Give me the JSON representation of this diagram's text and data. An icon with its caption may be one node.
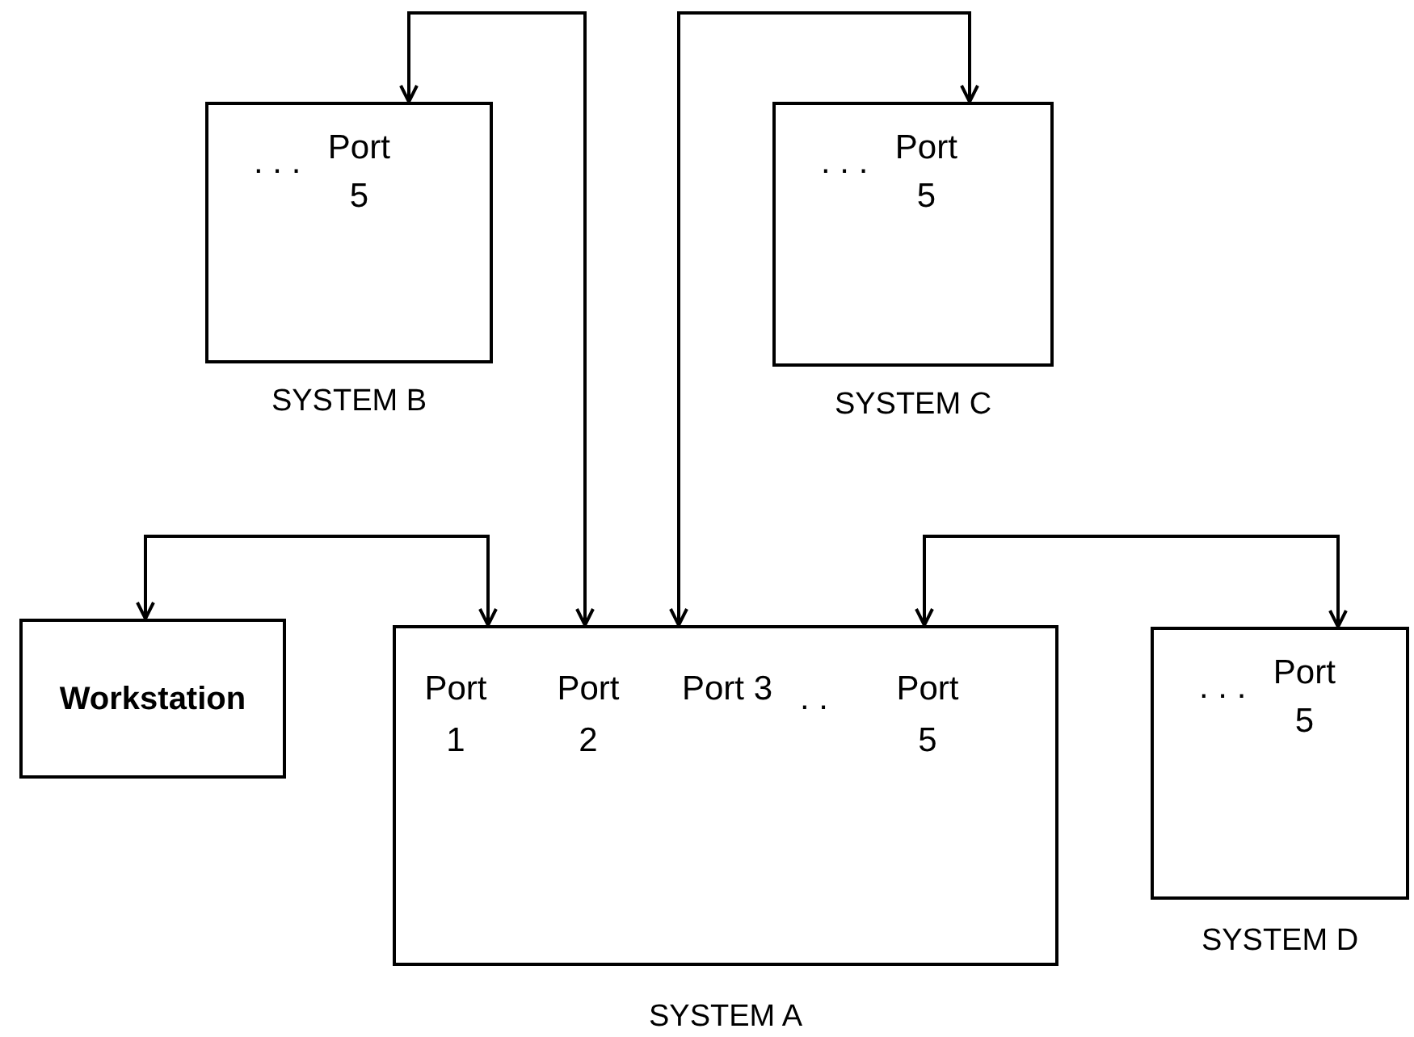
{
  "diagram": {
    "nodes": [
      {
        "text": [
          ". . .",
          "Port 5"
        ],
        "beside": [
          "SYSTEM B"
        ]
      },
      {
        "text": [
          ". . .",
          "Port 5"
        ],
        "beside": [
          "SYSTEM C"
        ]
      },
      {
        "text": [
          "Workstation"
        ]
      },
      {
        "text": [
          ". ."
        ],
        "beside": [
          "SYSTEM A"
        ]
      },
      {
        "text": [
          "Port 1"
        ],
        "in": 3
      },
      {
        "text": [
          "Port 2"
        ],
        "in": 3
      },
      {
        "text": [
          "Port 3"
        ],
        "in": 3
      },
      {
        "text": [
          "Port 5"
        ],
        "in": 3
      },
      {
        "text": [
          ". . .",
          "Port 5"
        ],
        "beside": [
          "SYSTEM D"
        ]
      }
    ],
    "edges": [
      {
        "from": 2,
        "to": 4,
        "arrow": "both"
      },
      {
        "from": 0,
        "to": 5,
        "arrow": "both"
      },
      {
        "from": 1,
        "to": 6,
        "arrow": "both"
      },
      {
        "from": 7,
        "to": 8,
        "arrow": "both"
      }
    ]
  }
}
